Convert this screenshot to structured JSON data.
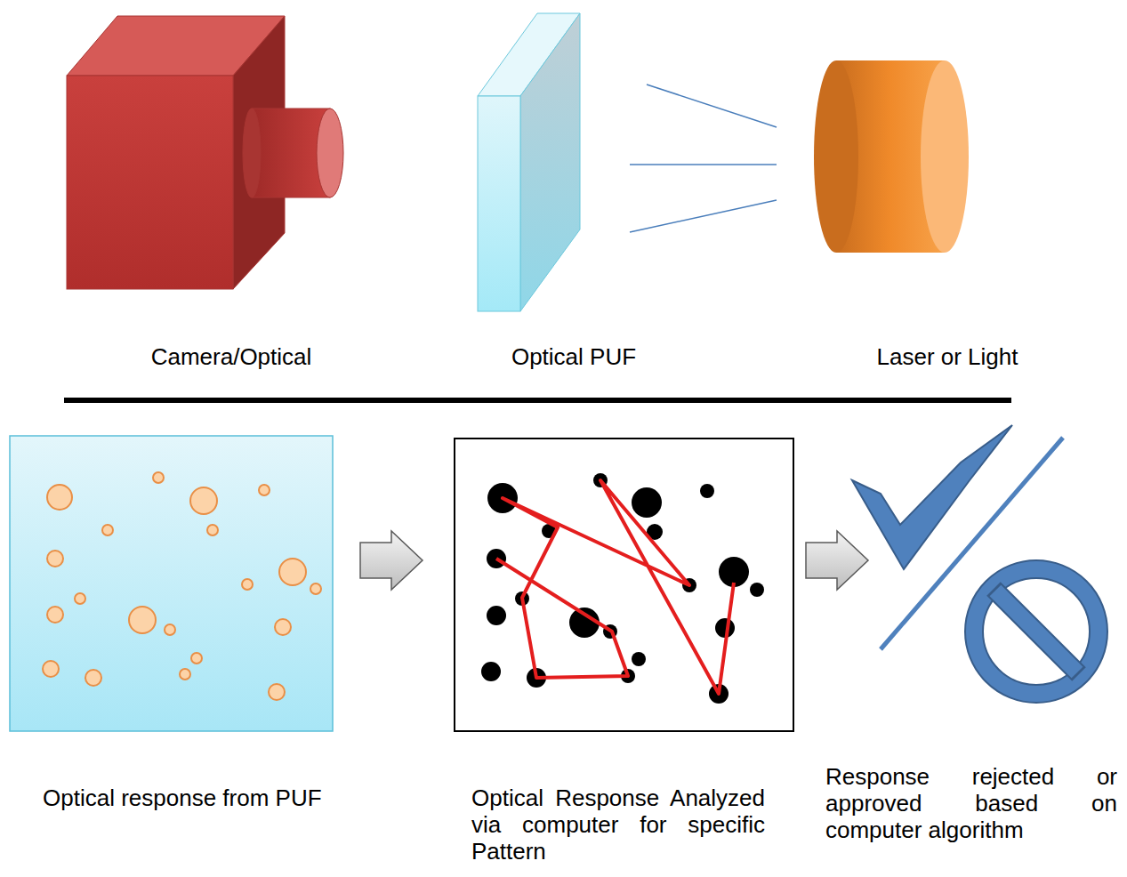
{
  "diagram": {
    "labels": [
      "Camera/Optical",
      "Optical PUF",
      "Laser or Light",
      "Optical response from PUF",
      "Optical Response Analyzed via computer for specific Pattern",
      "Response rejected or approved based on computer algorithm"
    ]
  }
}
